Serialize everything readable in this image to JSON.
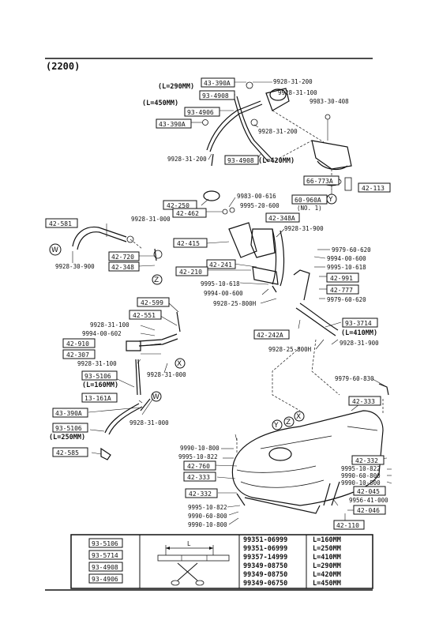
{
  "header": {
    "section_code": "(2200)"
  },
  "labels": {
    "l1": "43-390A",
    "l2": "93-4908",
    "l3": "93-4906",
    "l4": "43-390A",
    "l5": "93-4908",
    "l6": "66-773A",
    "l7": "60-960A",
    "l8": "42-113",
    "l9": "42-250",
    "l10": "42-462",
    "l11": "42-348A",
    "l12": "42-581",
    "l13": "42-415",
    "l14": "42-720",
    "l15": "42-348",
    "l16": "42-241",
    "l17": "42-210",
    "l18": "42-991",
    "l19": "42-777",
    "l20": "42-599",
    "l21": "42-551",
    "l22": "42-910",
    "l23": "42-307",
    "l24": "93-3714",
    "l25": "42-242A",
    "l26": "93-5106",
    "l27": "13-161A",
    "l28": "43-390A",
    "l29": "93-5106",
    "l30": "42-585",
    "l31": "42-333",
    "l32": "42-760",
    "l33": "42-333",
    "l34": "42-332",
    "l35": "42-332",
    "l36": "42-045",
    "l37": "42-046",
    "l38": "42-110"
  },
  "notes": {
    "n1": "(L=290MM)",
    "n2": "(L=450MM)",
    "n3": "(L=420MM)",
    "n4": "(NO. 1)",
    "n5": "(L=410MM)",
    "n6": "(L=160MM)",
    "n7": "(L=250MM)"
  },
  "part_numbers": {
    "p1": "9928-31-200",
    "p2": "9928-31-100",
    "p3": "9983-30-408",
    "p4": "9928-31-200",
    "p5": "9928-31-200",
    "p6": "9983-00-616",
    "p7": "9995-20-600",
    "p8": "9928-31-000",
    "p9": "9928-31-900",
    "p10": "9979-60-620",
    "p11": "9994-00-600",
    "p12": "9995-10-618",
    "p13": "9928-30-900",
    "p14": "9995-10-618",
    "p15": "9994-00-600",
    "p16": "9979-60-620",
    "p17": "9928-25-800H",
    "p18": "9928-31-100",
    "p19": "9994-00-602",
    "p20": "9928-31-100",
    "p21": "9928-31-000",
    "p22": "9928-25-800H",
    "p23": "9928-31-900",
    "p24": "9979-60-830",
    "p25": "9928-31-000",
    "p26": "9990-10-800",
    "p27": "9995-10-822",
    "p28": "9995-10-822",
    "p29": "9990-60-800",
    "p30": "9990-10-800",
    "p31": "9956-41-000",
    "p32": "9995-10-822",
    "p33": "9990-60-800",
    "p34": "9990-10-800"
  },
  "callouts": {
    "w1": "W",
    "z": "Z",
    "x1": "X",
    "w2": "W",
    "y1": "Y",
    "y2": "Y",
    "z2": "Z",
    "x2": "X"
  },
  "table": {
    "ref_labels": [
      "93-5106",
      "93-5714",
      "93-4908",
      "93-4906"
    ],
    "dimension_letter": "L",
    "rows": [
      {
        "part": "99351-06999",
        "length": "L=160MM"
      },
      {
        "part": "99351-06999",
        "length": "L=250MM"
      },
      {
        "part": "99357-14999",
        "length": "L=410MM"
      },
      {
        "part": "99349-08750",
        "length": "L=290MM"
      },
      {
        "part": "99349-08750",
        "length": "L=420MM"
      },
      {
        "part": "99349-06750",
        "length": "L=450MM"
      }
    ]
  }
}
